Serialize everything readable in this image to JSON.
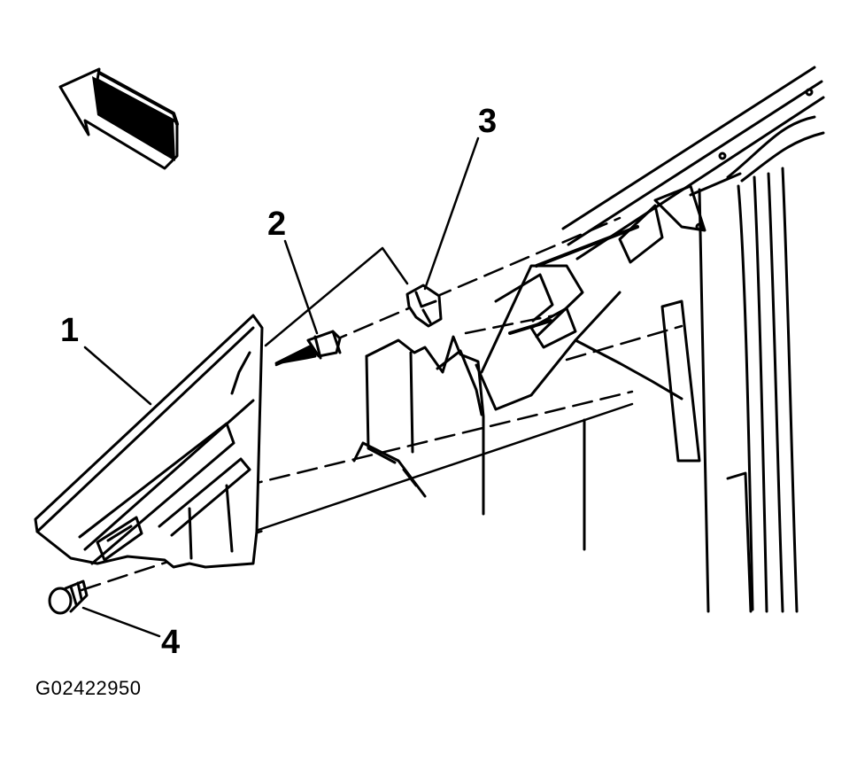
{
  "callouts": {
    "c1": "1",
    "c2": "2",
    "c3": "3",
    "c4": "4"
  },
  "figure_id": "G02422950",
  "colors": {
    "ink": "#000000",
    "paper": "#ffffff"
  },
  "icons": {
    "direction_arrow": "forward-arrow-icon"
  }
}
